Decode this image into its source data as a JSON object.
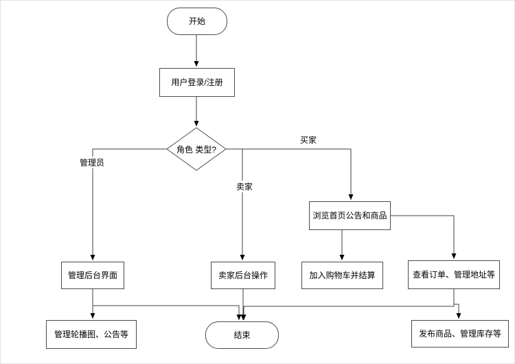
{
  "diagram": {
    "type": "flowchart",
    "colors": {
      "line": "#3f3f3f",
      "node_border": "#4a4a4a",
      "node_fill": "#ffffff",
      "text": "#000000",
      "background": "#ffffff"
    },
    "nodes": {
      "start": {
        "label": "开始",
        "shape": "terminator"
      },
      "login": {
        "label": "用户登录/注册",
        "shape": "process"
      },
      "role": {
        "label": "角色 类型?",
        "shape": "decision"
      },
      "browse": {
        "label": "浏览首页公告和商品",
        "shape": "process"
      },
      "admin_ui": {
        "label": "管理后台界面",
        "shape": "process"
      },
      "seller_ops": {
        "label": "卖家后台操作",
        "shape": "process"
      },
      "cart": {
        "label": "加入购物车并结算",
        "shape": "process"
      },
      "orders": {
        "label": "查看订单、管理地址等",
        "shape": "process"
      },
      "manage_banner": {
        "label": "管理轮播图、公告等",
        "shape": "process"
      },
      "end": {
        "label": "结束",
        "shape": "terminator"
      },
      "publish": {
        "label": "发布商品、管理库存等",
        "shape": "process"
      }
    },
    "edges": [
      {
        "from": "start",
        "to": "login",
        "label": ""
      },
      {
        "from": "login",
        "to": "role",
        "label": ""
      },
      {
        "from": "role",
        "to": "admin_ui",
        "label": "管理员"
      },
      {
        "from": "role",
        "to": "seller_ops",
        "label": "卖家"
      },
      {
        "from": "role",
        "to": "browse",
        "label": "买家"
      },
      {
        "from": "browse",
        "to": "cart",
        "label": ""
      },
      {
        "from": "browse",
        "to": "orders",
        "label": ""
      },
      {
        "from": "admin_ui",
        "to": "manage_banner",
        "label": ""
      },
      {
        "from": "admin_ui",
        "to": "end",
        "label": ""
      },
      {
        "from": "seller_ops",
        "to": "end",
        "label": ""
      },
      {
        "from": "orders",
        "to": "end",
        "label": ""
      },
      {
        "from": "orders",
        "to": "publish",
        "label": ""
      }
    ]
  }
}
